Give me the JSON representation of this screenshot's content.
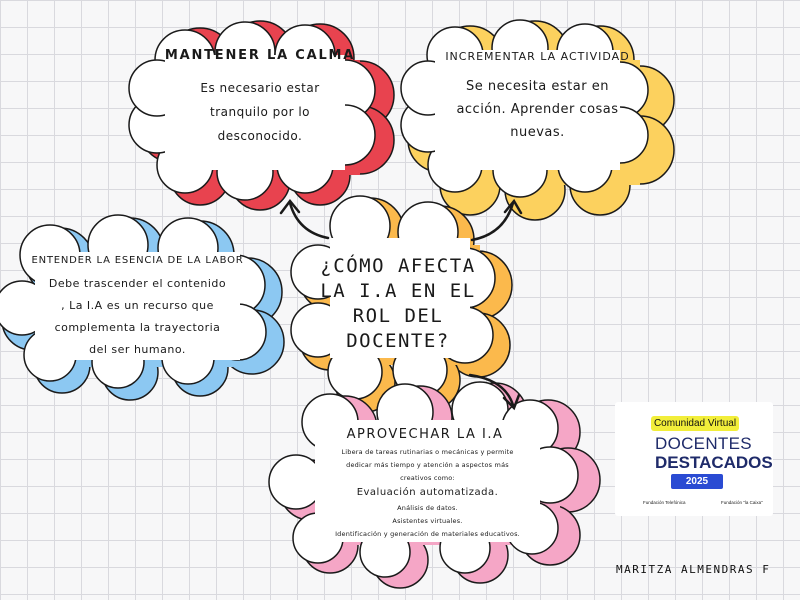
{
  "center": {
    "question": "¿CÓMO AFECTA LA I.A EN EL ROL DEL DOCENTE?"
  },
  "nodes": {
    "calma": {
      "title": "MANTENER LA CALMA",
      "lines": [
        "Es necesario estar",
        "tranquilo por lo",
        "desconocido."
      ]
    },
    "actividad": {
      "title": "INCREMENTAR LA ACTIVIDAD",
      "lines": [
        "Se necesita estar en",
        "acción. Aprender cosas",
        "nuevas."
      ]
    },
    "esencia": {
      "title": "ENTENDER LA ESENCIA DE LA LABOR",
      "lines": [
        "Debe trascender el contenido",
        ", La I.A es un recurso que",
        "complementa la trayectoria",
        "del ser humano."
      ]
    },
    "aprovechar": {
      "title": "APROVECHAR LA I.A",
      "intro": [
        "Libera de tareas rutinarias o mecánicas  y permite",
        "dedicar más tiempo y atención a aspectos más",
        "creativos como:"
      ],
      "highlight": "Evaluación automatizada.",
      "items": [
        "Análisis de datos.",
        "Asistentes virtuales.",
        "Identificación y generación de materiales educativos."
      ]
    }
  },
  "badge": {
    "label": "Comunidad Virtual",
    "line1": "DOCENTES",
    "line2": "DESTACADOS",
    "year": "2025",
    "sponsor1": "Fundación Telefónica",
    "sponsor2": "Fundación \"la Caixa\""
  },
  "author": "MARITZA ALMENDRAS F",
  "colors": {
    "red": "#e8434f",
    "yellow": "#fcd15e",
    "blue": "#8cc8f2",
    "orange": "#fbb94c",
    "pink": "#f5a6c6",
    "outline": "#1a1a1a"
  }
}
